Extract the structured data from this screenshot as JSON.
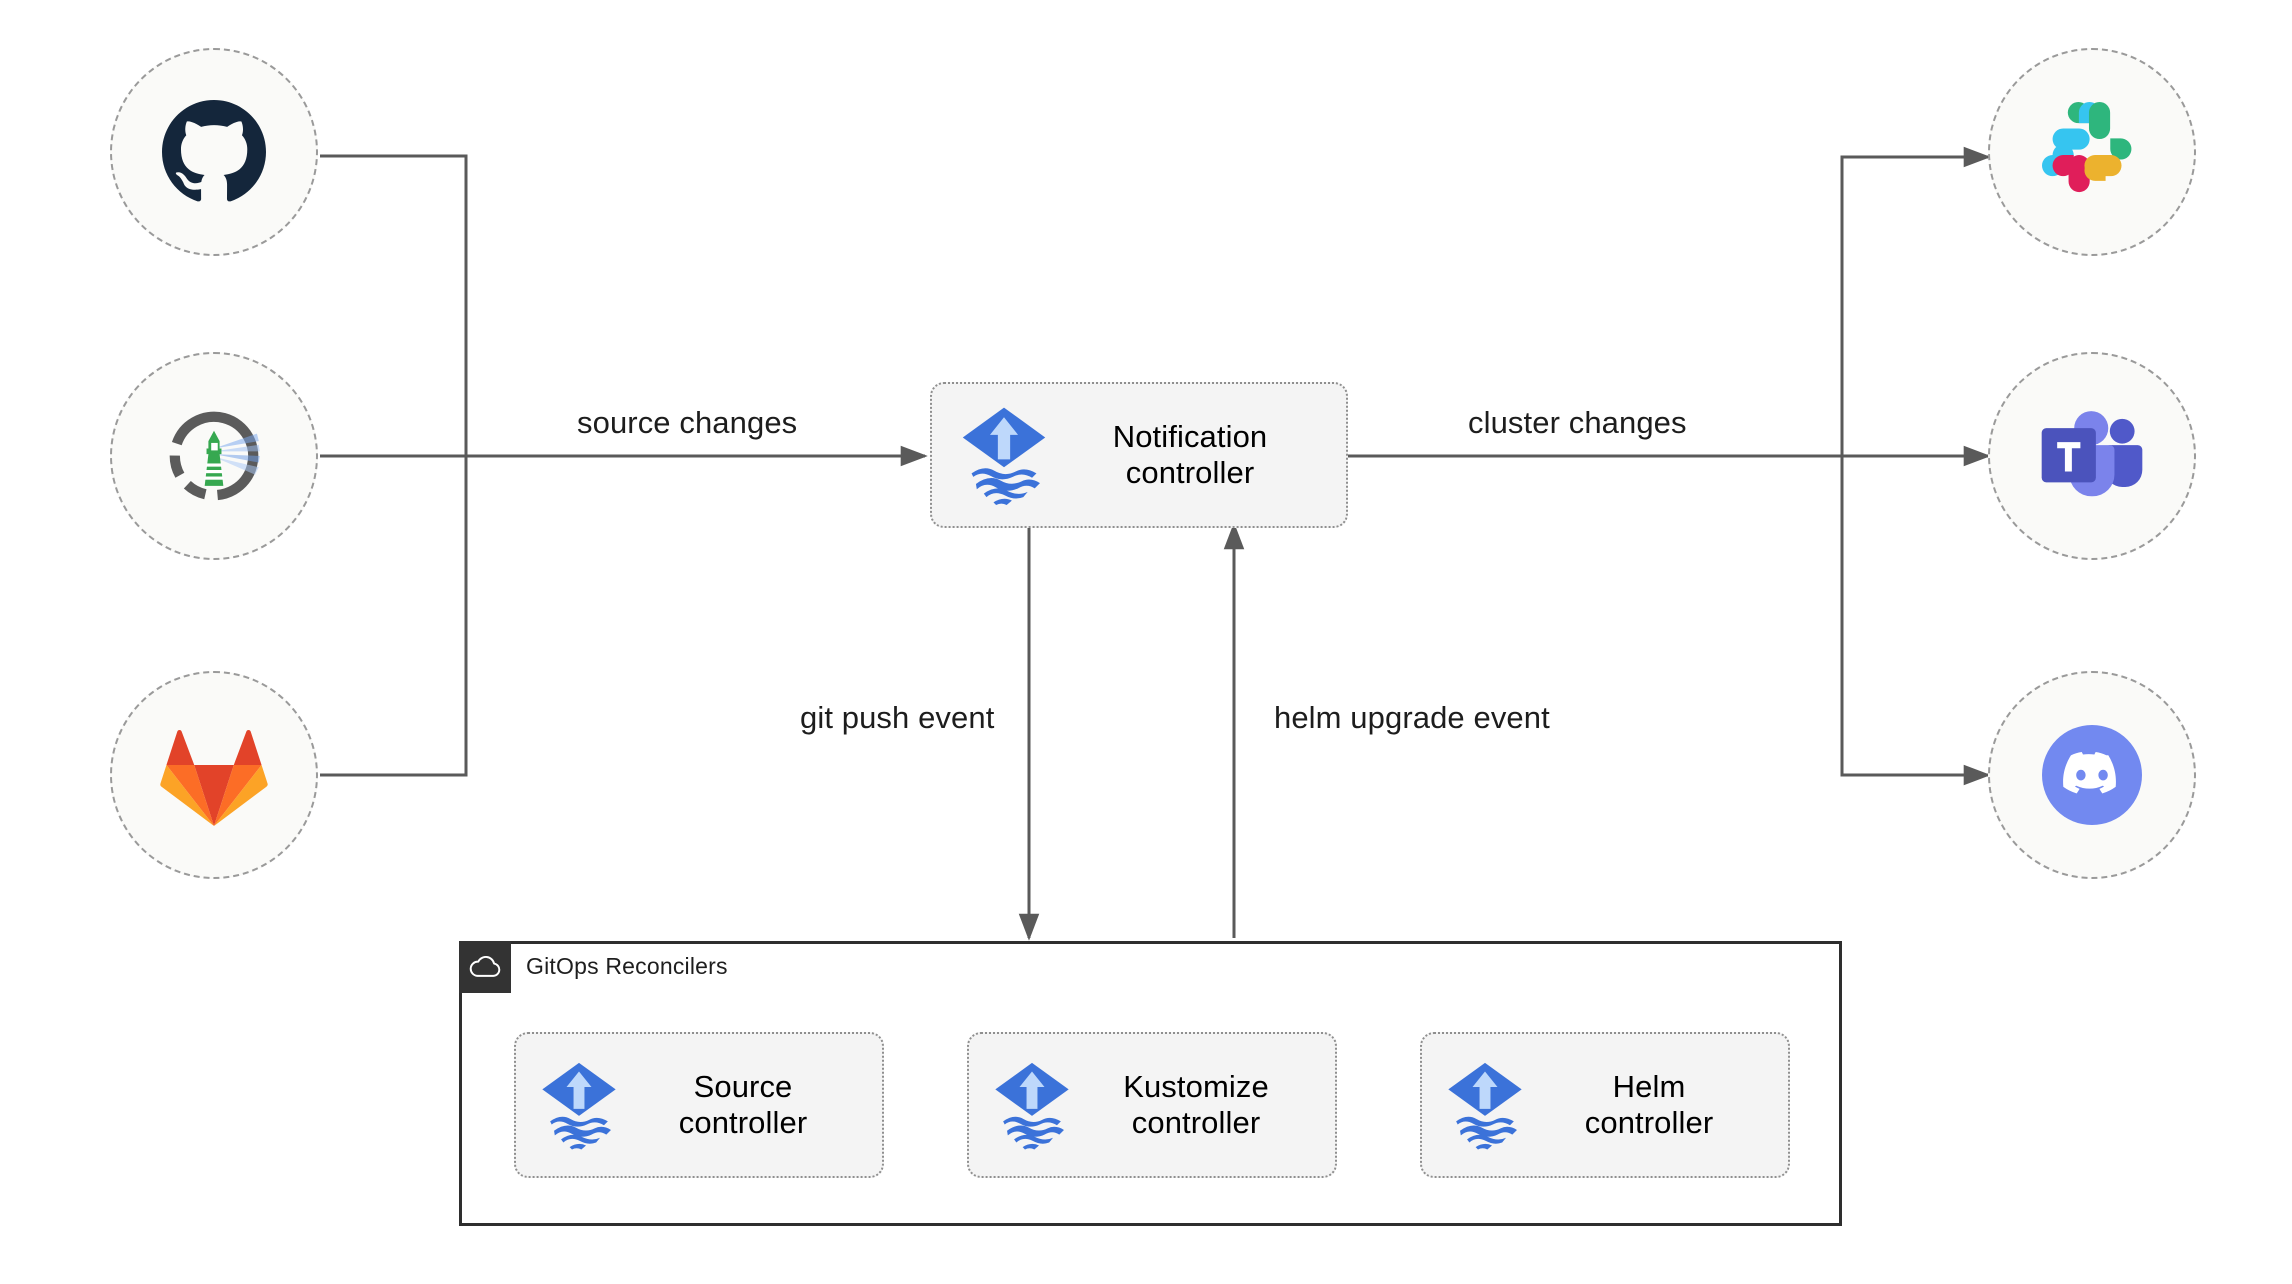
{
  "diagram": {
    "title": "Flux notification controller architecture",
    "background": "#ffffff",
    "line_color": "#4d4d4d",
    "accent_blue": "#3b72d9"
  },
  "sources": [
    {
      "id": "github",
      "icon": "github-icon",
      "name": "GitHub"
    },
    {
      "id": "flux",
      "icon": "flux-lighthouse-icon",
      "name": "Flux"
    },
    {
      "id": "gitlab",
      "icon": "gitlab-icon",
      "name": "GitLab"
    }
  ],
  "targets": [
    {
      "id": "slack",
      "icon": "slack-icon",
      "name": "Slack"
    },
    {
      "id": "teams",
      "icon": "msteams-icon",
      "name": "Microsoft Teams"
    },
    {
      "id": "discord",
      "icon": "discord-icon",
      "name": "Discord"
    }
  ],
  "notification": {
    "icon": "flux-logo-icon",
    "line1": "Notification",
    "line2": "controller"
  },
  "gitops": {
    "badge_icon": "cloud-icon",
    "title": "GitOps Reconcilers",
    "controllers": [
      {
        "id": "source",
        "icon": "flux-logo-icon",
        "line1": "Source",
        "line2": "controller"
      },
      {
        "id": "kustomize",
        "icon": "flux-logo-icon",
        "line1": "Kustomize",
        "line2": "controller"
      },
      {
        "id": "helm",
        "icon": "flux-logo-icon",
        "line1": "Helm",
        "line2": "controller"
      }
    ]
  },
  "edges": [
    {
      "id": "source-changes",
      "label": "source changes"
    },
    {
      "id": "cluster-changes",
      "label": "cluster changes"
    },
    {
      "id": "git-push-event",
      "label": "git push event"
    },
    {
      "id": "helm-upgrade-event",
      "label": "helm upgrade event"
    }
  ]
}
